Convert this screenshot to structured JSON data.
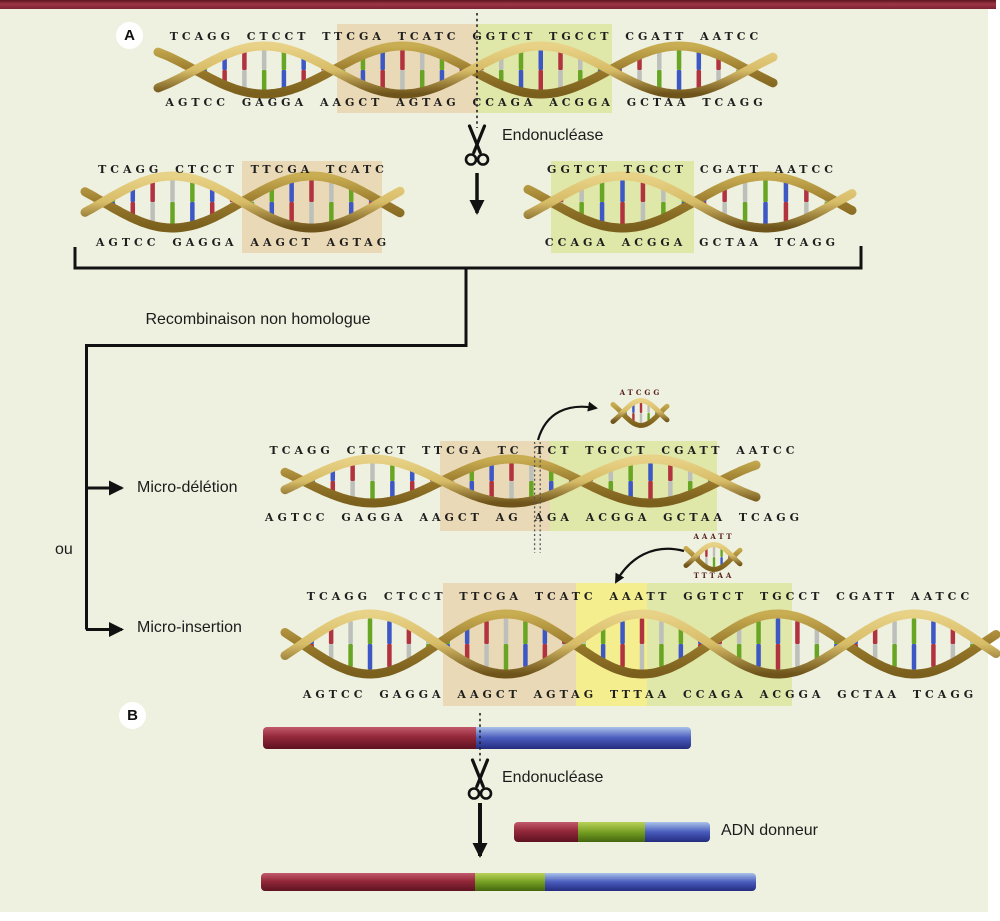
{
  "figure": {
    "panel_a_label": "A",
    "panel_b_label": "B",
    "labels": {
      "endonuclease_a": "Endonucléase",
      "endonuclease_b": "Endonucléase",
      "recombination": "Recombinaison non homologue",
      "or": "ou",
      "micro_deletion": "Micro-délétion",
      "micro_insertion": "Micro-insertion",
      "adn_donor": "ADN donneur"
    },
    "sequences": {
      "full_top": "TCAGG CTCCT TTCGA TCATC GGTCT TGCCT CGATT AATCC",
      "full_bottom": "AGTCC GAGGA AAGCT AGTAG CCAGA ACGGA GCTAA TCAGG",
      "left_fragment_top": "TCAGG CTCCT TTCGA TCATC",
      "left_fragment_bottom": "AGTCC GAGGA AAGCT AGTAG",
      "right_fragment_top": "GGTCT TGCCT CGATT AATCC",
      "right_fragment_bottom": "CCAGA ACGGA GCTAA TCAGG",
      "deletion_top": "TCAGG CTCCT TTCGA TC TCT TGCCT CGATT AATCC",
      "deletion_bottom": "AGTCC GAGGA AAGCT AG AGA ACGGA GCTAA TCAGG",
      "deleted_bases_top": "ATCGG",
      "insertion_top": "TCAGG CTCCT TTCGA TCATC AAATT GGTCT TGCCT CGATT AATCC",
      "insertion_bottom": "AGTCC GAGGA AAGCT AGTAG TTTAA CCAGA ACGGA GCTAA TCAGG",
      "inserted_bases_top": "AAATT",
      "inserted_bases_bottom": "TTTAA"
    },
    "colors": {
      "figure_background": "#eef1df",
      "banner": "#8b2836",
      "highlight_tan": "#ead9b6",
      "highlight_green": "#dfe7a9",
      "highlight_yellow": "#f4ee8e",
      "helix_gold_light": "#d8bd68",
      "helix_gold_dark": "#7a5f1d",
      "base_red": "#b1333f",
      "base_blue": "#3d57c5",
      "base_green": "#68a524",
      "base_gray": "#bcbfba",
      "bar_maroon": "#93283a",
      "bar_blue": "#4a5cbd",
      "bar_green": "#76a023"
    }
  }
}
